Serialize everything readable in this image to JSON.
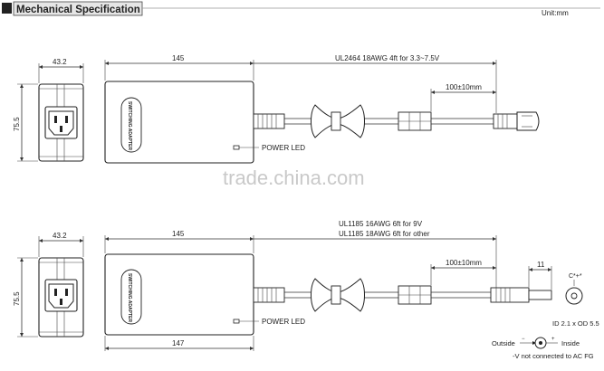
{
  "header": {
    "title": "Mechanical Specification",
    "unit": "Unit:mm"
  },
  "watermark": "trade.china.com",
  "top_view": {
    "side_width": "43.2",
    "side_height": "75.5",
    "length": "145",
    "cable_spec": "UL2464 18AWG 4ft for 3.3~7.5V",
    "tail_length": "100±10mm",
    "label_text": "SWITCHING ADAPTER",
    "power_led_label": "POWER LED"
  },
  "bottom_view": {
    "side_width": "43.2",
    "side_height": "75.5",
    "length": "145",
    "bottom_length": "147",
    "cable_spec_line1": "UL1185 16AWG 6ft for 9V",
    "cable_spec_line2": "UL1185 18AWG 6ft for other",
    "tail_length": "100±10mm",
    "plug_length": "11",
    "label_text": "SWITCHING ADAPTER",
    "power_led_label": "POWER LED",
    "polarity_top": "C*+*",
    "plug_size": "ID 2.1 x OD 5.5",
    "outside_label": "Outside",
    "inside_label": "Inside",
    "note": "-V not connected to AC FG"
  }
}
